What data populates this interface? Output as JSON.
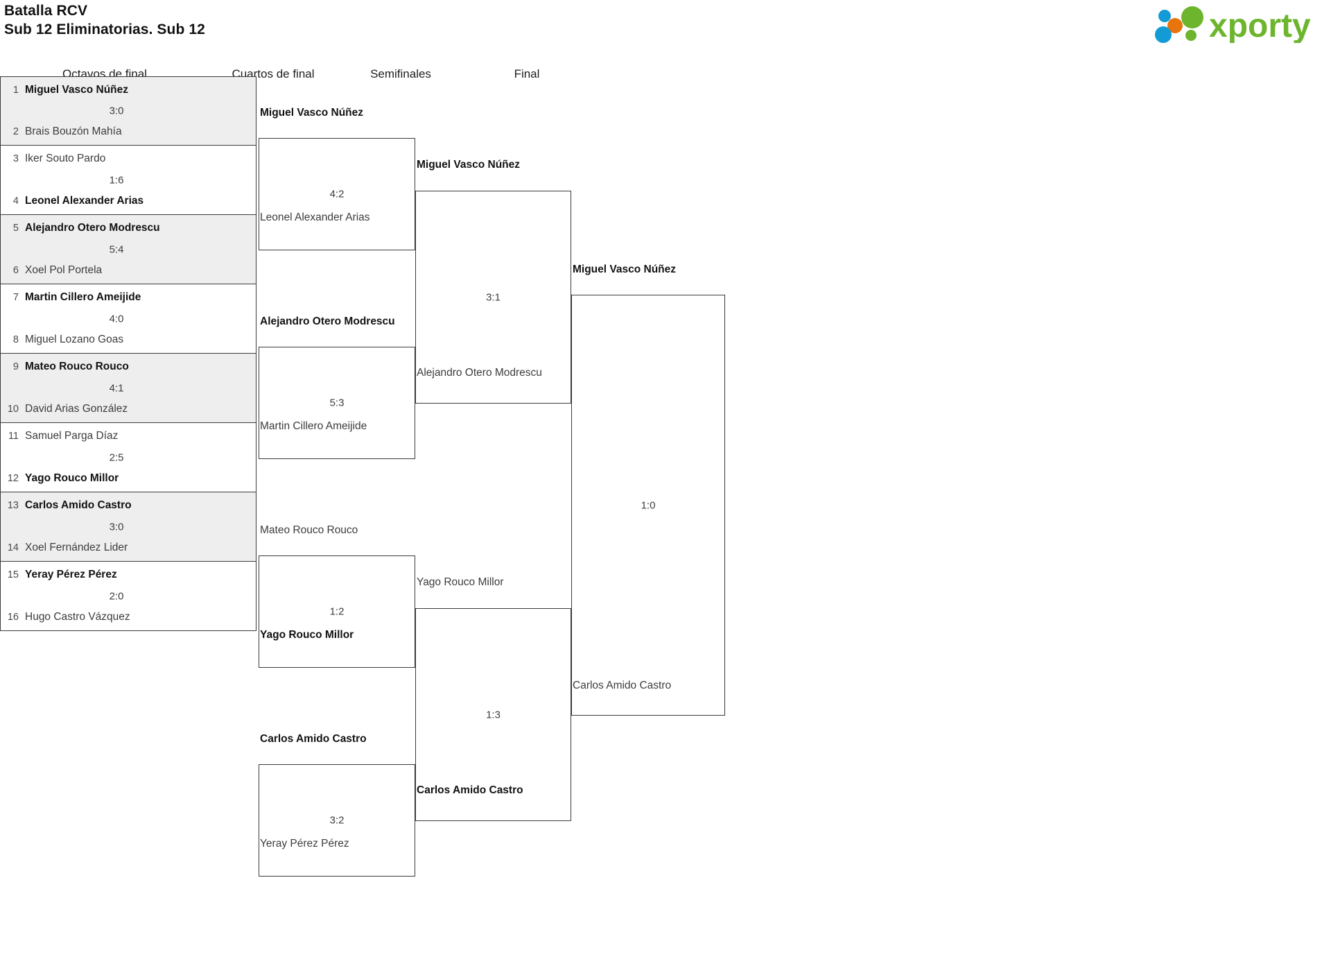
{
  "header": {
    "tournament": "Batalla RCV",
    "subtitle": "Sub 12 Eliminatorias. Sub 12",
    "logo_text": "xporty",
    "logo_colors": {
      "green": "#6cb52d",
      "blue": "#139bd6",
      "orange": "#e8740c"
    }
  },
  "rounds": [
    {
      "id": "r16",
      "label": "Octavos de final"
    },
    {
      "id": "qf",
      "label": "Cuartos de final"
    },
    {
      "id": "sf",
      "label": "Semifinales"
    },
    {
      "id": "f",
      "label": "Final"
    }
  ],
  "round16": [
    {
      "shade": true,
      "top": {
        "seed": "1",
        "name": "Miguel Vasco Núñez",
        "winner": true
      },
      "bot": {
        "seed": "2",
        "name": "Brais Bouzón Mahía",
        "winner": false
      },
      "score": "3:0"
    },
    {
      "shade": false,
      "top": {
        "seed": "3",
        "name": "Iker Souto Pardo",
        "winner": false
      },
      "bot": {
        "seed": "4",
        "name": "Leonel Alexander Arias",
        "winner": true
      },
      "score": "1:6"
    },
    {
      "shade": true,
      "top": {
        "seed": "5",
        "name": "Alejandro Otero Modrescu",
        "winner": true
      },
      "bot": {
        "seed": "6",
        "name": "Xoel Pol Portela",
        "winner": false
      },
      "score": "5:4"
    },
    {
      "shade": false,
      "top": {
        "seed": "7",
        "name": "Martin Cillero Ameijide",
        "winner": true
      },
      "bot": {
        "seed": "8",
        "name": "Miguel Lozano Goas",
        "winner": false
      },
      "score": "4:0"
    },
    {
      "shade": true,
      "top": {
        "seed": "9",
        "name": "Mateo Rouco Rouco",
        "winner": true
      },
      "bot": {
        "seed": "10",
        "name": "David Arias González",
        "winner": false
      },
      "score": "4:1"
    },
    {
      "shade": false,
      "top": {
        "seed": "11",
        "name": "Samuel Parga Díaz",
        "winner": false
      },
      "bot": {
        "seed": "12",
        "name": "Yago Rouco Millor",
        "winner": true
      },
      "score": "2:5"
    },
    {
      "shade": true,
      "top": {
        "seed": "13",
        "name": "Carlos Amido Castro",
        "winner": true
      },
      "bot": {
        "seed": "14",
        "name": "Xoel Fernández Lider",
        "winner": false
      },
      "score": "3:0"
    },
    {
      "shade": false,
      "top": {
        "seed": "15",
        "name": "Yeray Pérez Pérez",
        "winner": true
      },
      "bot": {
        "seed": "16",
        "name": "Hugo Castro Vázquez",
        "winner": false
      },
      "score": "2:0"
    }
  ],
  "quarters": [
    {
      "top": {
        "name": "Miguel Vasco Núñez",
        "winner": true
      },
      "bot": {
        "name": "Leonel Alexander Arias",
        "winner": false
      },
      "score": "4:2"
    },
    {
      "top": {
        "name": "Alejandro Otero Modrescu",
        "winner": true
      },
      "bot": {
        "name": "Martin Cillero Ameijide",
        "winner": false
      },
      "score": "5:3"
    },
    {
      "top": {
        "name": "Mateo Rouco Rouco",
        "winner": false
      },
      "bot": {
        "name": "Yago Rouco Millor",
        "winner": true
      },
      "score": "1:2"
    },
    {
      "top": {
        "name": "Carlos Amido Castro",
        "winner": true
      },
      "bot": {
        "name": "Yeray Pérez Pérez",
        "winner": false
      },
      "score": "3:2"
    }
  ],
  "semis": [
    {
      "top": {
        "name": "Miguel Vasco Núñez",
        "winner": true
      },
      "bot": {
        "name": "Alejandro Otero Modrescu",
        "winner": false
      },
      "score": "3:1"
    },
    {
      "top": {
        "name": "Yago Rouco Millor",
        "winner": false
      },
      "bot": {
        "name": "Carlos Amido Castro",
        "winner": true
      },
      "score": "1:3"
    }
  ],
  "final": {
    "top": {
      "name": "Miguel Vasco Núñez",
      "winner": true
    },
    "bot": {
      "name": "Carlos Amido Castro",
      "winner": false
    },
    "score": "1:0"
  }
}
